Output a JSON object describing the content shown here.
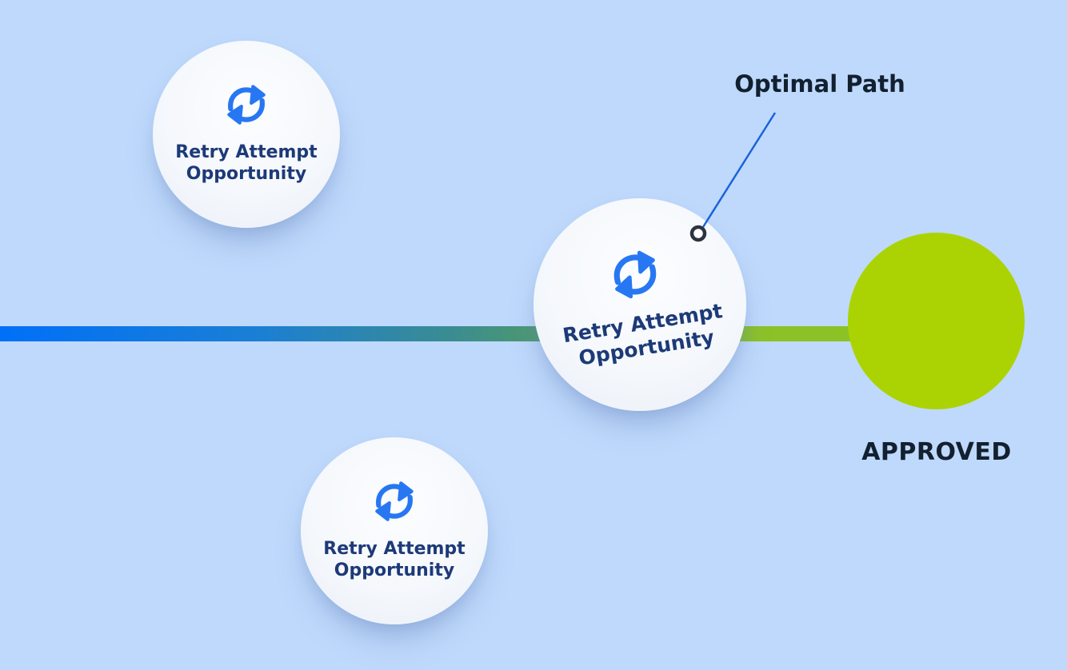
{
  "colors": {
    "background": "#bfd9fc",
    "icon-blue": "#2777f2",
    "node-text": "#1d3a78",
    "dark-text": "#12202f",
    "approved-green": "#abd303",
    "bar-blue": "#0070f8",
    "bar-teal": "#3a8c92",
    "bar-green": "#8cc226",
    "pointer-line": "#1a64d9",
    "marker-stroke": "#2c343f"
  },
  "diagram": {
    "retry_nodes": [
      {
        "position": "top-left",
        "icon": "sync-retry-icon",
        "line1": "Retry Attempt",
        "line2": "Opportunity"
      },
      {
        "position": "center-on-path",
        "icon": "sync-retry-icon",
        "line1": "Retry Attempt",
        "line2": "Opportunity"
      },
      {
        "position": "bottom",
        "icon": "sync-retry-icon",
        "line1": "Retry Attempt",
        "line2": "Opportunity"
      }
    ],
    "annotation": {
      "label": "Optimal Path"
    },
    "approved": {
      "label": "APPROVED"
    }
  }
}
